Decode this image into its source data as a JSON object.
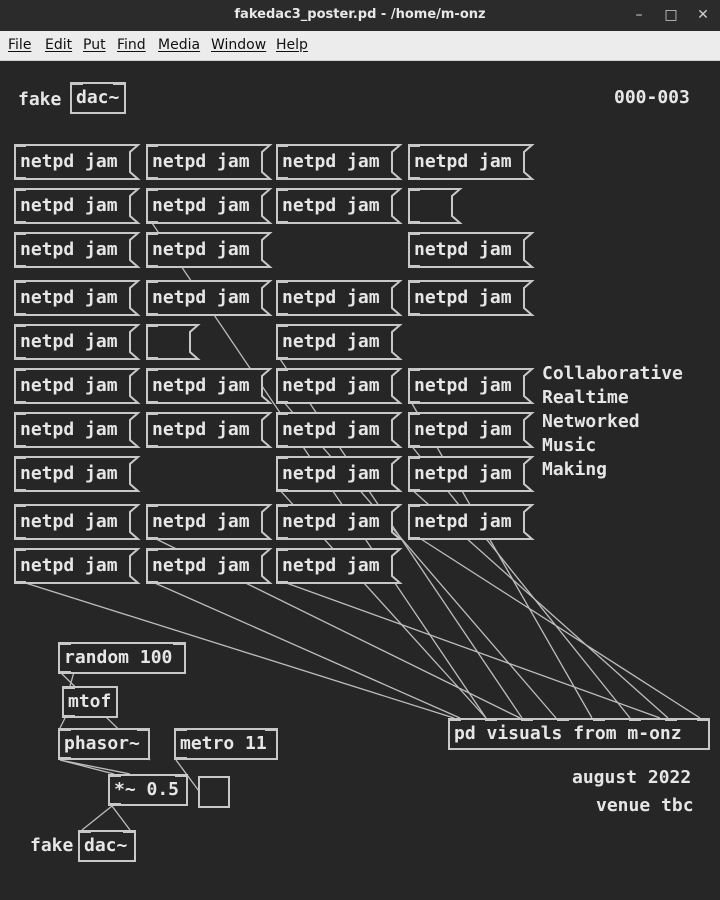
{
  "window": {
    "title": "fakedac3_poster.pd - /home/m-onz",
    "buttons": {
      "minimize": "–",
      "maximize": "□",
      "close": "✕"
    }
  },
  "menubar": [
    "File",
    "Edit",
    "Put",
    "Find",
    "Media",
    "Window",
    "Help"
  ],
  "patch": {
    "top_label": "fake",
    "top_object": "dac~",
    "code": "000-003",
    "message_label": "netpd jam",
    "message_grid": [
      [
        1,
        1,
        1,
        1
      ],
      [
        1,
        1,
        1,
        0
      ],
      [
        1,
        1,
        null,
        1
      ],
      [
        1,
        1,
        1,
        1
      ],
      [
        1,
        0,
        1,
        null
      ],
      [
        1,
        1,
        1,
        1
      ],
      [
        1,
        1,
        1,
        1
      ],
      [
        1,
        null,
        1,
        1
      ],
      [
        1,
        1,
        1,
        1
      ],
      [
        1,
        1,
        1,
        null
      ]
    ],
    "tagline": [
      "Collaborative",
      "Realtime",
      "Networked",
      "Music",
      "Making"
    ],
    "objects": {
      "random": "random 100",
      "mtof": "mtof",
      "phasor": "phasor~",
      "metro": "metro 11",
      "mul": "*~ 0.5",
      "visuals": "pd visuals from m-onz",
      "bottom_label": "fake",
      "bottom_dac": "dac~"
    },
    "date": "august 2022",
    "venue": "venue tbc"
  }
}
